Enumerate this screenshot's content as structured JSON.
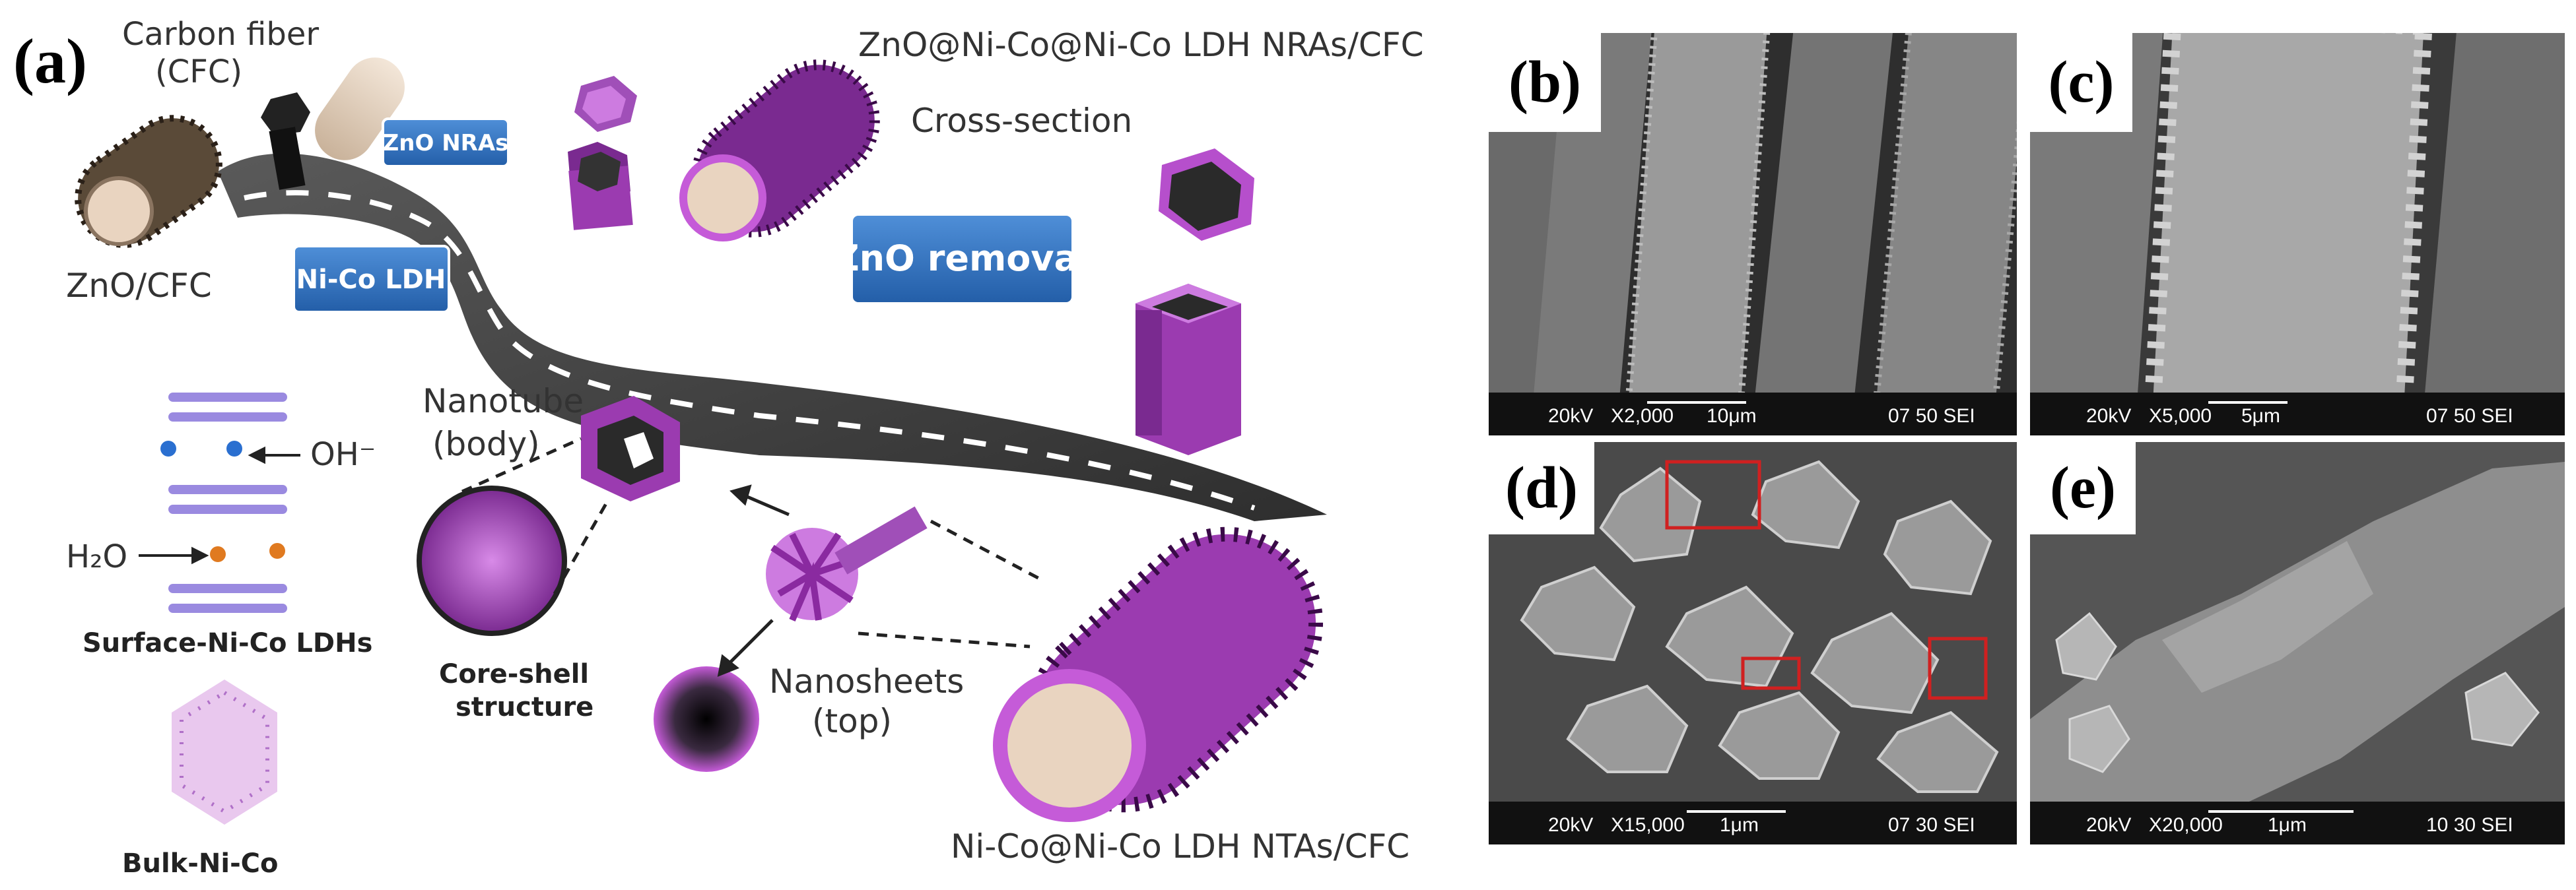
{
  "panel_a": {
    "letter": "(a)",
    "carbon_fiber_line1": "Carbon fiber",
    "carbon_fiber_line2": "(CFC)",
    "zno_cfc": "ZnO/CFC",
    "zno_nras_badge": "ZnO NRAs",
    "nico_ldh_badge": "Ni-Co LDH",
    "zno_removal_badge": "ZnO removal",
    "top_title": "ZnO@Ni-Co@Ni-Co LDH NRAs/CFC",
    "cross_section": "Cross-section",
    "nanotube_line1": "Nanotube",
    "nanotube_line2": "(body)",
    "oh": "OH⁻",
    "h2o": "H₂O",
    "surface_label": "Surface-Ni-Co LDHs",
    "bulk_label": "Bulk-Ni-Co",
    "core_shell_line1": "Core-shell",
    "core_shell_line2": "structure",
    "nanosheets_line1": "Nanosheets",
    "nanosheets_line2": "(top)",
    "bottom_title": "Ni-Co@Ni-Co LDH NTAs/CFC"
  },
  "panels": [
    {
      "letter": "(b)",
      "kv": "20kV",
      "mag": "X2,000",
      "scale": "10μm",
      "info": "07 50 SEI"
    },
    {
      "letter": "(c)",
      "kv": "20kV",
      "mag": "X5,000",
      "scale": "5μm",
      "info": "07 50 SEI"
    },
    {
      "letter": "(d)",
      "kv": "20kV",
      "mag": "X15,000",
      "scale": "1μm",
      "info": "07 30 SEI"
    },
    {
      "letter": "(e)",
      "kv": "20kV",
      "mag": "X20,000",
      "scale": "1μm",
      "info": "10 30 SEI"
    }
  ],
  "colors": {
    "road": "#4a4a4a",
    "badge": "#2f6fb8",
    "tube_purple": "#9b3bb0",
    "fiber_brown": "#5a4a38",
    "highlight_box": "#d02020"
  }
}
